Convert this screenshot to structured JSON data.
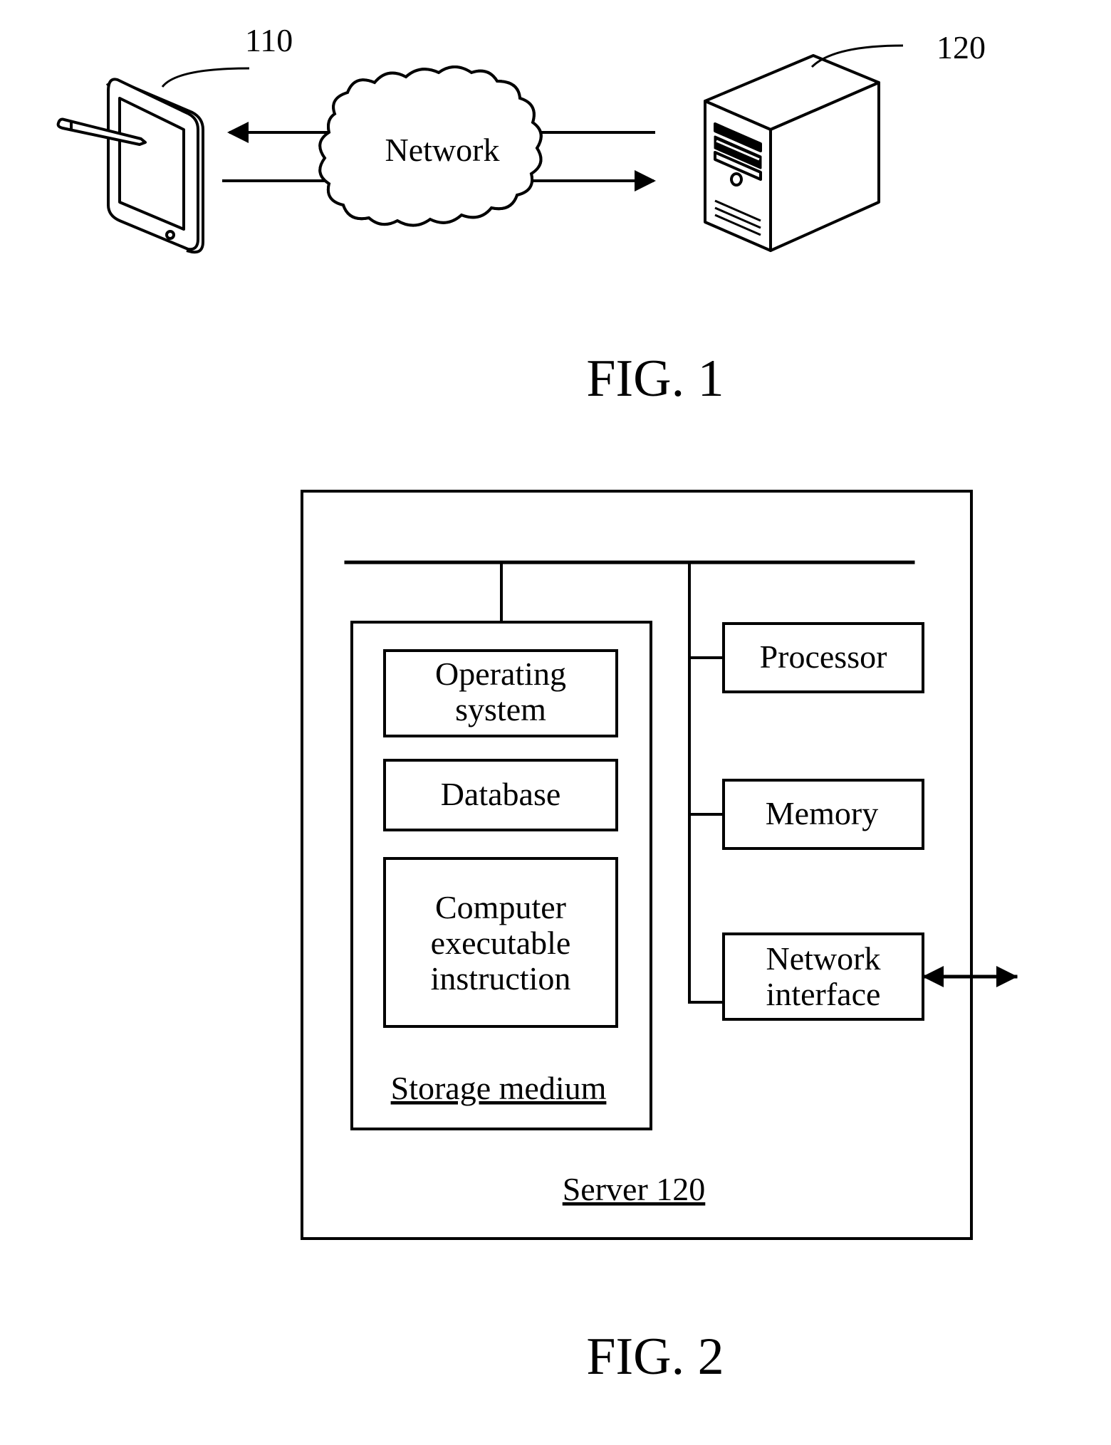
{
  "fig1": {
    "caption": "FIG. 1",
    "terminal": {
      "ref": "110",
      "icon": "tablet-with-stylus-icon"
    },
    "network": {
      "label": "Network",
      "icon": "cloud-icon"
    },
    "server": {
      "ref": "120",
      "icon": "server-tower-icon"
    }
  },
  "fig2": {
    "caption": "FIG. 2",
    "server_label": "Server 120",
    "storage": {
      "label": "Storage medium",
      "items": [
        {
          "lines": [
            "Operating",
            "system"
          ]
        },
        {
          "lines": [
            "Database"
          ]
        },
        {
          "lines": [
            "Computer",
            "executable",
            "instruction"
          ]
        }
      ]
    },
    "components": [
      {
        "lines": [
          "Processor"
        ]
      },
      {
        "lines": [
          "Memory"
        ]
      },
      {
        "lines": [
          "Network",
          "interface"
        ]
      }
    ]
  },
  "colors": {
    "ink": "#000000",
    "paper": "#ffffff"
  }
}
